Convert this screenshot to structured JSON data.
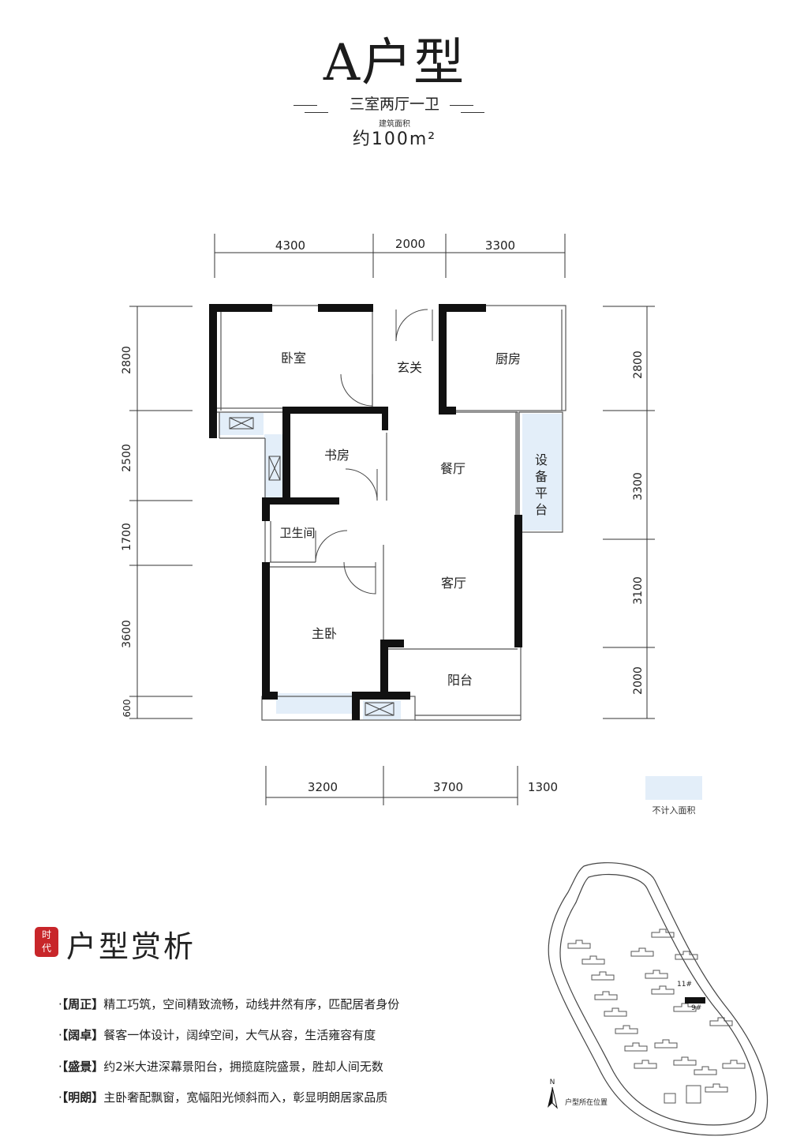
{
  "header": {
    "title": "A户型",
    "subtitle": "三室两厅一卫",
    "area_label": "建筑面积",
    "area_value": "约100m²"
  },
  "dimensions": {
    "top": [
      "4300",
      "2000",
      "3300"
    ],
    "bottom": [
      "3200",
      "3700",
      "1300"
    ],
    "left": [
      "2800",
      "2500",
      "1700",
      "3600",
      "600"
    ],
    "right": [
      "2800",
      "3300",
      "3100",
      "2000"
    ]
  },
  "rooms": {
    "bedroom": "卧室",
    "foyer": "玄关",
    "kitchen": "厨房",
    "study": "书房",
    "dining": "餐厅",
    "equipment_platform": "设备平台",
    "bathroom": "卫生间",
    "living": "客厅",
    "master_bedroom": "主卧",
    "balcony": "阳台"
  },
  "legend": {
    "label": "不计入面积",
    "color": "#e3eef9"
  },
  "analysis": {
    "title": "户型赏析",
    "seal_text": "时代",
    "features": [
      {
        "bullet": "·",
        "tag": "【周正】",
        "text": "精工巧筑，空间精致流畅，动线井然有序，匹配居者身份"
      },
      {
        "bullet": "·",
        "tag": "【阔卓】",
        "text": "餐客一体设计，阔绰空间，大气从容，生活雍容有度"
      },
      {
        "bullet": "·",
        "tag": "【盛景】",
        "text": "约2米大进深幕景阳台，拥揽庭院盛景，胜却人间无数"
      },
      {
        "bullet": "·",
        "tag": "【明朗】",
        "text": "主卧奢配飘窗，宽幅阳光倾斜而入，彰显明朗居家品质"
      }
    ]
  },
  "site_map": {
    "north": "N",
    "label": "户型所在位置",
    "building_a": "11#",
    "building_b": "9#"
  }
}
